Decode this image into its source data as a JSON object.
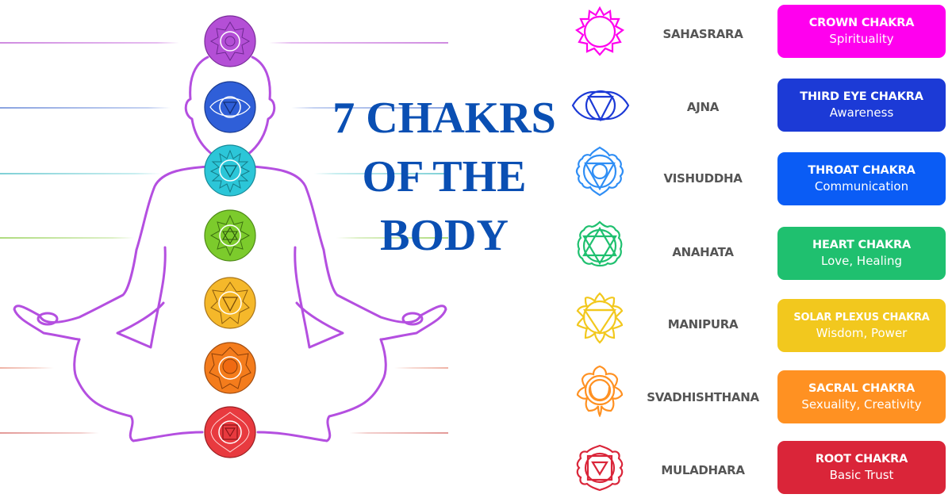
{
  "title": {
    "line1": "7 CHAKRS",
    "line2": "OF THE",
    "line3": "BODY",
    "color": "#0a4fb3"
  },
  "chakras": [
    {
      "sanskrit": "SAHASRARA",
      "name": "CROWN CHAKRA",
      "meaning": "Spirituality",
      "color": "#ff00ee",
      "figure_color": "#b44fd6",
      "icon": "lotus-thousand-petal-icon"
    },
    {
      "sanskrit": "AJNA",
      "name": "THIRD EYE CHAKRA",
      "meaning": "Awareness",
      "color": "#1c3ad6",
      "figure_color": "#2f5fd8",
      "icon": "third-eye-icon"
    },
    {
      "sanskrit": "VISHUDDHA",
      "name": "THROAT CHAKRA",
      "meaning": "Communication",
      "color": "#0a5cf5",
      "figure_color": "#2cc6d8",
      "icon": "throat-lotus-icon"
    },
    {
      "sanskrit": "ANAHATA",
      "name": "HEART CHAKRA",
      "meaning": "Love, Healing",
      "color": "#1fc06f",
      "figure_color": "#7ccb2c",
      "icon": "hexagram-lotus-icon"
    },
    {
      "sanskrit": "MANIPURA",
      "name": "SOLAR PLEXUS CHAKRA",
      "meaning": "Wisdom, Power",
      "color": "#f2c81e",
      "figure_color": "#f5b82a",
      "icon": "solar-lotus-icon"
    },
    {
      "sanskrit": "SVADHISHTHANA",
      "name": "SACRAL CHAKRA",
      "meaning": "Sexuality, Creativity",
      "color": "#ff9122",
      "figure_color": "#f47c1c",
      "icon": "crescent-lotus-icon"
    },
    {
      "sanskrit": "MULADHARA",
      "name": "ROOT CHAKRA",
      "meaning": "Basic Trust",
      "color": "#da2539",
      "figure_color": "#e83a3f",
      "icon": "square-lotus-icon"
    }
  ]
}
